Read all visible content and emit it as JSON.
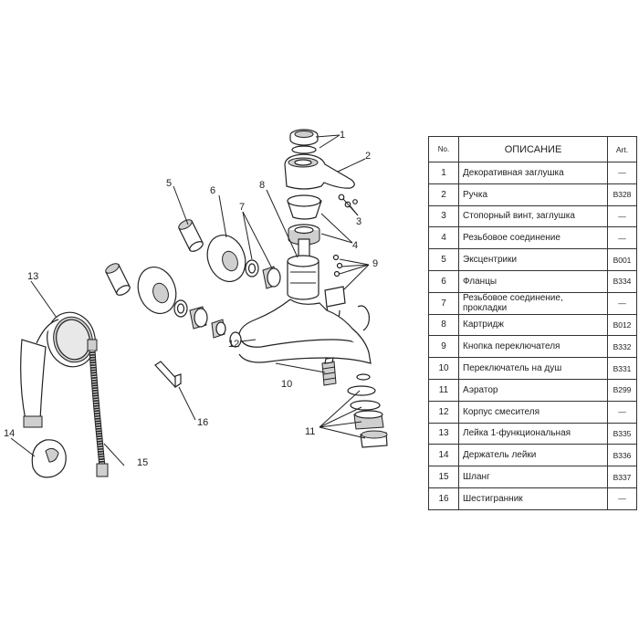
{
  "table": {
    "headers": {
      "no": "No.",
      "description": "ОПИСАНИЕ",
      "art": "Art."
    },
    "rows": [
      {
        "no": "1",
        "description": "Декоративная заглушка",
        "art": "—"
      },
      {
        "no": "2",
        "description": "Ручка",
        "art": "B328"
      },
      {
        "no": "3",
        "description": "Стопорный винт, заглушка",
        "art": "—"
      },
      {
        "no": "4",
        "description": "Резьбовое соединение",
        "art": "—"
      },
      {
        "no": "5",
        "description": "Эксцентрики",
        "art": "B001"
      },
      {
        "no": "6",
        "description": "Фланцы",
        "art": "B334"
      },
      {
        "no": "7",
        "description": "Резьбовое соединение, прокладки",
        "art": "—"
      },
      {
        "no": "8",
        "description": "Картридж",
        "art": "B012"
      },
      {
        "no": "9",
        "description": "Кнопка переключателя",
        "art": "B332"
      },
      {
        "no": "10",
        "description": "Переключатель на душ",
        "art": "B331"
      },
      {
        "no": "11",
        "description": "Аэратор",
        "art": "B299"
      },
      {
        "no": "12",
        "description": "Корпус смесителя",
        "art": "—"
      },
      {
        "no": "13",
        "description": "Лейка 1-функциональная",
        "art": "B335"
      },
      {
        "no": "14",
        "description": "Держатель лейки",
        "art": "B336"
      },
      {
        "no": "15",
        "description": "Шланг",
        "art": "B337"
      },
      {
        "no": "16",
        "description": "Шестигранник",
        "art": "—"
      }
    ]
  },
  "callouts": {
    "c1": "1",
    "c2": "2",
    "c3": "3",
    "c4": "4",
    "c5": "5",
    "c6": "6",
    "c7": "7",
    "c8": "8",
    "c9": "9",
    "c10": "10",
    "c11": "11",
    "c12": "12",
    "c13": "13",
    "c14": "14",
    "c15": "15",
    "c16": "16"
  }
}
